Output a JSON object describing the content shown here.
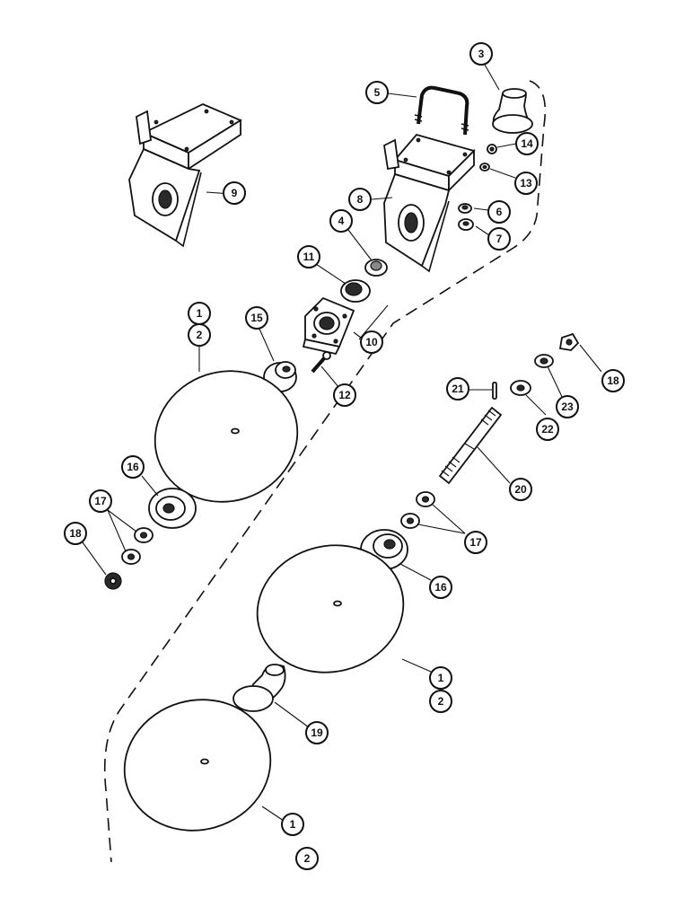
{
  "callouts": {
    "c1a": "1",
    "c2a": "2",
    "c1b": "1",
    "c2b": "2",
    "c1c": "1",
    "c2c": "2",
    "c3": "3",
    "c4": "4",
    "c5": "5",
    "c6": "6",
    "c7": "7",
    "c8": "8",
    "c9": "9",
    "c10": "10",
    "c11": "11",
    "c12": "12",
    "c13": "13",
    "c14": "14",
    "c15": "15",
    "c16a": "16",
    "c16b": "16",
    "c17a": "17",
    "c17b": "17",
    "c18a": "18",
    "c18b": "18",
    "c19": "19",
    "c20": "20",
    "c21": "21",
    "c22": "22",
    "c23": "23"
  }
}
